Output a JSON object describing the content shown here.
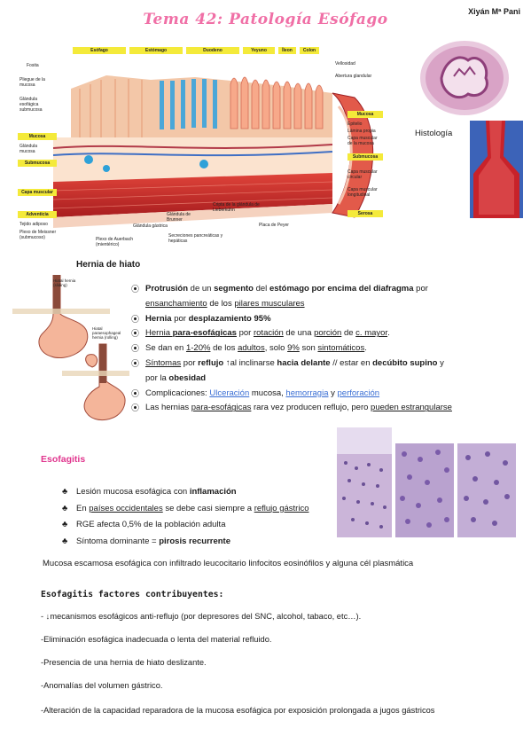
{
  "header": {
    "title": "Tema 42: Patología Esófago",
    "author": "Xiyán Mª Pani"
  },
  "diagram": {
    "top_tags": [
      "Esófago",
      "Estómago",
      "Duodeno",
      "Yeyuno",
      "Íleon",
      "Colon"
    ],
    "left_tags": [
      "Mucosa",
      "Submucosa",
      "Capa muscular",
      "Adventicia"
    ],
    "right_tags": [
      "Mucosa",
      "Submucosa",
      "Serosa"
    ],
    "left_labels": [
      "Fosita",
      "Pliegue de la mucosa",
      "Glándula esofágica submucosa",
      "Glándula mucosa",
      "Tejido adiposo",
      "Plexo de Meissner (submucoso)"
    ],
    "right_labels": [
      "Vellosidad",
      "Abertura glandular",
      "Epitelio",
      "Lámina propia",
      "Capa muscular de la mucosa",
      "Capa muscular circular",
      "Capa muscular longitudinal"
    ],
    "bottom_labels": [
      "Plexo de Auerbach (mientérico)",
      "Glándula gástrica",
      "Glándula de Brunner",
      "Secreciones pancreáticas y hepáticas",
      "Cripta de la glándula de Lieberkühn",
      "Placa de Peyer"
    ]
  },
  "histology": {
    "label": "Histología"
  },
  "hernia": {
    "heading": "Hernia de hiato",
    "image_captions": [
      "Hiatal hernia (sliding)",
      "Hiatal paraesophageal hernia (rolling)"
    ],
    "items": [
      {
        "parts": [
          [
            "b",
            "Protrusión"
          ],
          [
            "n",
            " de un "
          ],
          [
            "b",
            "segmento"
          ],
          [
            "n",
            " del "
          ],
          [
            "b",
            "estómago por encima del diafragma"
          ],
          [
            "n",
            " por"
          ]
        ]
      },
      {
        "parts": [
          [
            "u",
            "ensanchamiento"
          ],
          [
            "n",
            " de los "
          ],
          [
            "u",
            "pilares musculares"
          ]
        ],
        "no_bullet": true
      },
      {
        "parts": [
          [
            "b",
            "Hernia"
          ],
          [
            "n",
            " por "
          ],
          [
            "b",
            "desplazamiento 95%"
          ]
        ]
      },
      {
        "parts": [
          [
            "u",
            "Hernia "
          ],
          [
            "bu",
            "para-esofágicas"
          ],
          [
            "n",
            " por "
          ],
          [
            "u",
            "rotación"
          ],
          [
            "n",
            " de una "
          ],
          [
            "u",
            "porción"
          ],
          [
            "n",
            " de "
          ],
          [
            "u",
            "c. mayor"
          ],
          [
            "n",
            "."
          ]
        ]
      },
      {
        "parts": [
          [
            "n",
            "Se dan en "
          ],
          [
            "u",
            "1-20%"
          ],
          [
            "n",
            " de los "
          ],
          [
            "u",
            "adultos"
          ],
          [
            "n",
            ", solo "
          ],
          [
            "u",
            "9%"
          ],
          [
            "n",
            " son "
          ],
          [
            "u",
            "sintomáticos"
          ],
          [
            "n",
            "."
          ]
        ]
      },
      {
        "parts": [
          [
            "u",
            "Síntomas"
          ],
          [
            "n",
            " por "
          ],
          [
            "b",
            "reflujo ↑"
          ],
          [
            "n",
            "al inclinarse "
          ],
          [
            "b",
            "hacia delante"
          ],
          [
            "n",
            " // estar en "
          ],
          [
            "b",
            "decúbito supino"
          ],
          [
            "n",
            " y"
          ]
        ]
      },
      {
        "parts": [
          [
            "n",
            "por la "
          ],
          [
            "b",
            "obesidad"
          ]
        ],
        "no_bullet": true
      },
      {
        "parts": [
          [
            "n",
            "Complicaciones: "
          ],
          [
            "l",
            "Ulceración"
          ],
          [
            "n",
            " mucosa, "
          ],
          [
            "l",
            "hemorragia"
          ],
          [
            "n",
            " y "
          ],
          [
            "l",
            "perforación"
          ]
        ]
      },
      {
        "parts": [
          [
            "n",
            "Las hernias "
          ],
          [
            "u",
            "para-esofágicas"
          ],
          [
            "n",
            " rara vez producen reflujo, pero "
          ],
          [
            "u",
            "pueden estrangularse"
          ]
        ]
      }
    ]
  },
  "esofagitis": {
    "heading": "Esofagitis",
    "items": [
      {
        "parts": [
          [
            "n",
            "Lesión mucosa esofágica con "
          ],
          [
            "b",
            "inflamación"
          ]
        ]
      },
      {
        "parts": [
          [
            "n",
            "En "
          ],
          [
            "u",
            "países occidentales"
          ],
          [
            "n",
            " se debe casi siempre a "
          ],
          [
            "u",
            "reflujo gástrico"
          ]
        ]
      },
      {
        "parts": [
          [
            "n",
            "RGE afecta 0,5% de la población adulta"
          ]
        ]
      },
      {
        "parts": [
          [
            "n",
            "Síntoma dominante = "
          ],
          [
            "b",
            "pirosis recurrente"
          ]
        ]
      }
    ],
    "mucosa_text": "Mucosa escamosa esofágica con infiltrado leucocitario linfocitos eosinófilos y alguna cél plasmática"
  },
  "factors": {
    "heading": "Esofagitis factores contribuyentes:",
    "items": [
      "- ↓mecanismos esofágicos anti-reflujo (por depresores del SNC, alcohol, tabaco, etc…).",
      "-Eliminación esofágica inadecuada o lenta del material refluido.",
      "-Presencia de una hernia de hiato deslizante.",
      "-Anomalías del volumen gástrico.",
      "-Alteración de la capacidad reparadora de la mucosa esofágica por exposición prolongada a jugos gástricos"
    ]
  },
  "colors": {
    "title": "#f06fa6",
    "esofagitis_heading": "#e0358e",
    "link": "#3b6fd4",
    "tag_yellow": "#f4ea3a"
  }
}
